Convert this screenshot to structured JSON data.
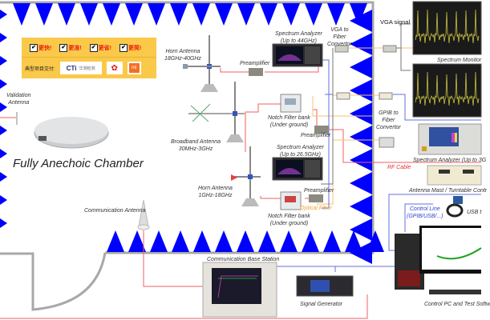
{
  "chamber": {
    "title": "Fully Anechoic Chamber",
    "absorber_color": "#0000ff",
    "wall_color": "#a8a8a8"
  },
  "banner": {
    "checks": [
      "更快!",
      "更准!",
      "更省!",
      "更简!"
    ],
    "delivery_label": "典型项目交付:",
    "logos": {
      "cti_main": "CTi",
      "cti_sub": "华测检测",
      "huawei": "huawei-logo",
      "mi": "mi"
    },
    "bg_color": "#fac94a"
  },
  "labels": {
    "validation_antenna": [
      "Validation",
      "Antenna"
    ],
    "horn_antenna_high": [
      "Horn Antenna",
      "18GHz-40GHz"
    ],
    "broadband_antenna": [
      "Broadband Antenna",
      "30MHz-3GHz"
    ],
    "horn_antenna_low": [
      "Horn Antenna",
      "1GHz-18GHz"
    ],
    "communication_antenna": "Communication Antenna",
    "preamp_1": "Preamplifier",
    "preamp_2": "Preamplifier",
    "preamp_3": "Preamplifier",
    "spectrum_analyzer_44": [
      "Spectrum Analyzer",
      "(Up to 44GHz)"
    ],
    "spectrum_analyzer_26": [
      "Spectrum Analyzer",
      "(Up to 26.5GHz)"
    ],
    "notch_filter_1": [
      "Notch Filter bank",
      "(Under ground)"
    ],
    "notch_filter_2": [
      "Notch Filter bank",
      "(Under ground)"
    ],
    "vga_fiber": [
      "VGA to",
      "Fiber",
      "Convertor"
    ],
    "gpib_fiber": [
      "GPIB to",
      "Fiber",
      "Convertor"
    ],
    "optical_fiber": "Optical Fiber",
    "vga_signal": "VGA signal",
    "spectrum_monitor": "Spectrum Monitor",
    "rf_cable": "RF Cable",
    "spectrum_analyzer_3g": "Spectrum Analyzer (Up to 3G",
    "mast_controller": "Antenna Mast / Turntable Contr",
    "control_line": [
      "Control Line",
      "(GPIB/USB/...)"
    ],
    "usb": "USB t",
    "base_station": "Communication Base Station",
    "signal_generator": "Signal Generator",
    "control_pc": "Control PC and Test Softw"
  },
  "line_colors": {
    "rf": "#f06060",
    "fiber": "#f8c070",
    "control": "#6070e0",
    "vga": "#777777"
  }
}
